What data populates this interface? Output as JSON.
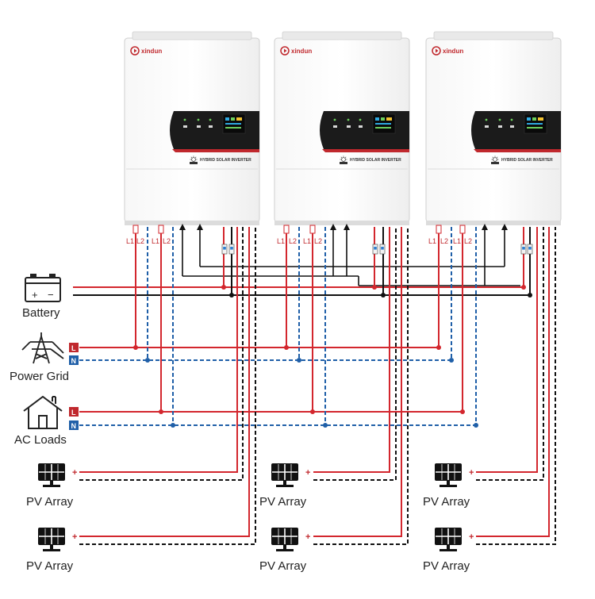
{
  "inverter": {
    "brand": "xindun",
    "model_label": "HYBRID SOLAR INVERTER",
    "terminal_labels": [
      "L1",
      "L2",
      "L1",
      "L2"
    ]
  },
  "components": {
    "battery": {
      "label": "Battery",
      "icon": "battery-icon",
      "plus": "+",
      "minus": "−"
    },
    "grid": {
      "label": "Power Grid",
      "icon": "power-pylon-icon",
      "line_l": "L",
      "line_n": "N"
    },
    "loads": {
      "label": "AC Loads",
      "icon": "house-icon",
      "line_l": "L",
      "line_n": "N"
    },
    "pv": {
      "label": "PV Array",
      "icon": "solar-panel-icon",
      "plus": "+"
    }
  },
  "colors": {
    "positive_line": "#d3272e",
    "neutral_line": "#1f5fa8",
    "negative_line": "#111111",
    "l_box": "#c0282d",
    "n_box": "#1f5fa8"
  }
}
